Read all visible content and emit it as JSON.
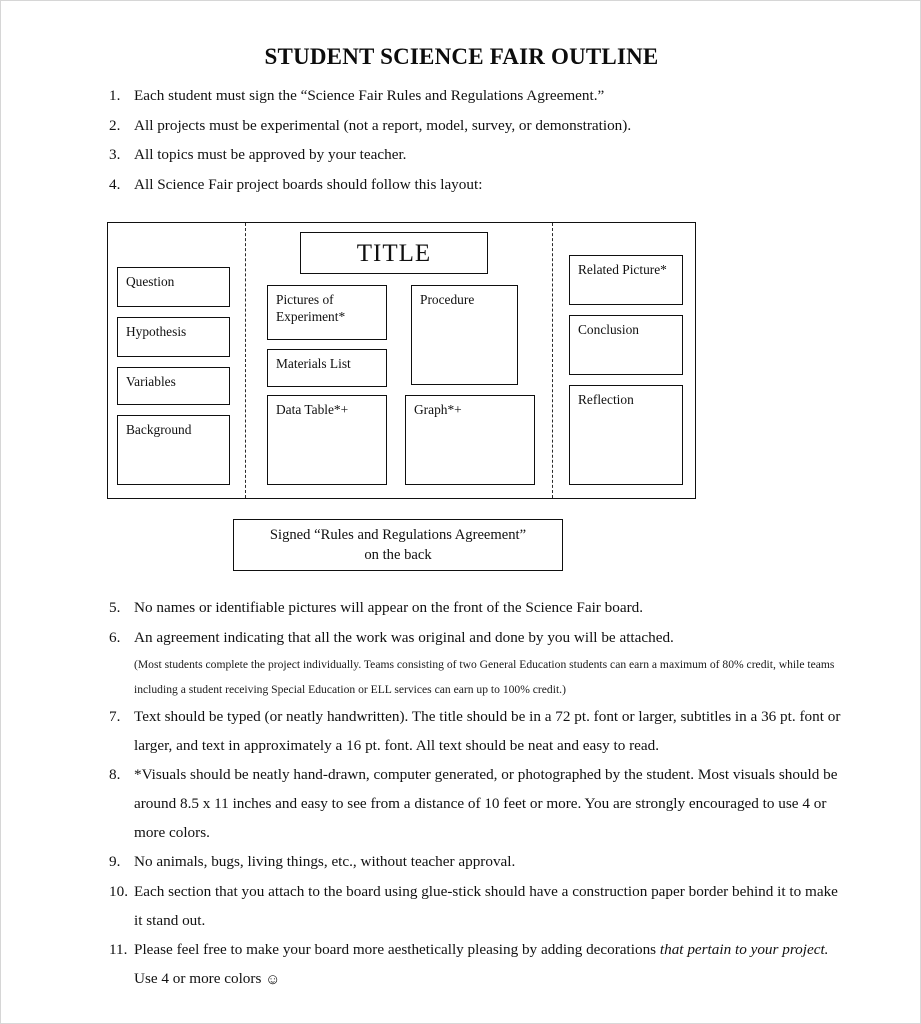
{
  "document": {
    "title": "STUDENT SCIENCE FAIR OUTLINE"
  },
  "list_top": [
    {
      "number": "1.",
      "text": "Each student must sign the “Science Fair Rules and Regulations Agreement.”"
    },
    {
      "number": "2.",
      "text": "All projects must be experimental (not a report, model, survey, or demonstration)."
    },
    {
      "number": "3.",
      "text": "All topics must be approved by your teacher."
    },
    {
      "number": "4.",
      "text": "All Science Fair project boards should follow this layout:"
    }
  ],
  "board": {
    "title_box": "TITLE",
    "left_panel": [
      {
        "label": "Question"
      },
      {
        "label": "Hypothesis"
      },
      {
        "label": "Variables"
      },
      {
        "label": "Background"
      }
    ],
    "center_panel": [
      {
        "label": "Pictures of Experiment*"
      },
      {
        "label": "Materials List"
      },
      {
        "label": "Data Table*+"
      },
      {
        "label": "Procedure"
      },
      {
        "label": "Graph*+"
      }
    ],
    "right_panel": [
      {
        "label": "Related Picture*"
      },
      {
        "label": "Conclusion"
      },
      {
        "label": "Reflection"
      }
    ]
  },
  "signature_box": {
    "line1": "Signed “Rules and Regulations Agreement”",
    "line2": "on the back"
  },
  "list_bottom": [
    {
      "number": "5.",
      "text": "No names or identifiable pictures will appear on the front of the Science Fair board."
    },
    {
      "number": "6.",
      "text": "An agreement indicating that all the work was original and done by you will be attached."
    },
    {
      "number": "7.",
      "text": "Text should be typed (or neatly handwritten).  The title should be in a 72 pt. font or larger, subtitles in a 36 pt. font or larger, and text in approximately a 16 pt. font.  All text should be neat and easy to read."
    },
    {
      "number": "8.",
      "text": "*Visuals should be neatly hand-drawn, computer generated, or photographed by the student.  Most visuals should be around 8.5 x 11 inches and easy to see from a distance of 10 feet or more.  You are strongly encouraged to use 4 or more colors."
    },
    {
      "number": "9.",
      "text": "No animals, bugs, living things, etc., without teacher approval."
    },
    {
      "number": "10.",
      "text": "Each section that you attach to the board using glue-stick should have a construction paper border behind it to make it stand out."
    },
    {
      "number": "11.",
      "text_before_italic": "Please feel free to make your board more aesthetically pleasing by adding decorations ",
      "text_italic": "that pertain to your project.",
      "text_after_italic": "  Use 4 or more colors ",
      "smiley": "☺"
    }
  ],
  "note_item6": "(Most students complete the project individually.  Teams consisting of two General Education students can earn a maximum of 80% credit, while teams including a student receiving Special Education or ELL services can earn up to 100% credit.)"
}
